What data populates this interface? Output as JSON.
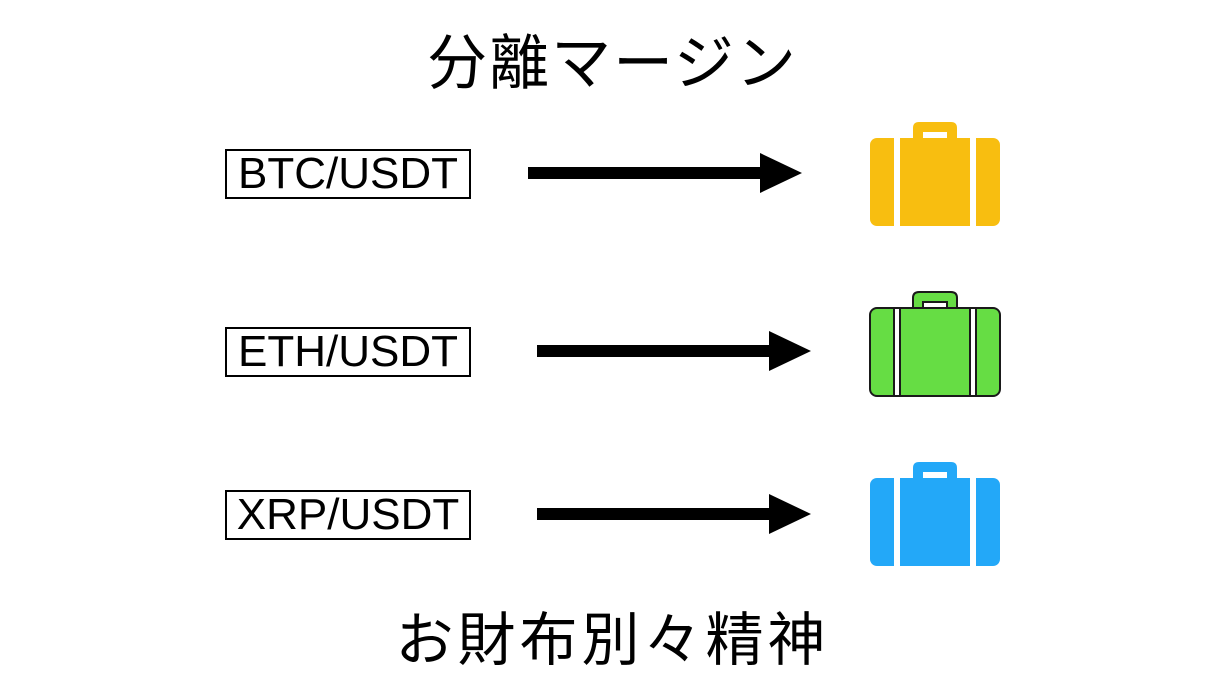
{
  "title": "分離マージン",
  "footer": "お財布別々精神",
  "rows": [
    {
      "pair": "BTC/USDT",
      "icon": "briefcase-icon",
      "color": "#F8BE10"
    },
    {
      "pair": "ETH/USDT",
      "icon": "briefcase-icon",
      "color": "#66DD44"
    },
    {
      "pair": "XRP/USDT",
      "icon": "briefcase-icon",
      "color": "#23A8F8"
    }
  ]
}
